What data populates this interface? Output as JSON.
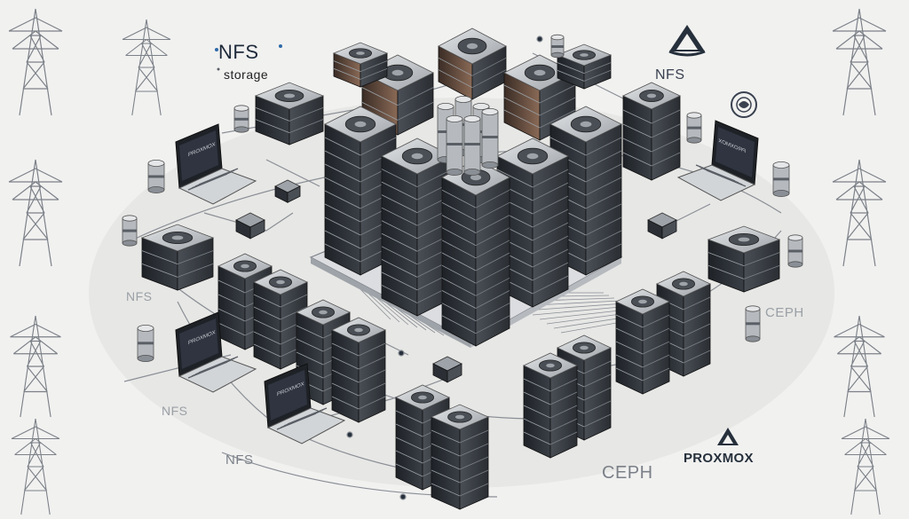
{
  "labels": {
    "nfs_title": "NFS",
    "nfs_sub": "storage",
    "nfs_right": "NFS",
    "nfs_left": "NFS",
    "nfs_mid": "NFS",
    "nfs_bottom": "NFS",
    "ceph_right": "CEPH",
    "ceph_bottom": "CEPH",
    "proxmox": "PROXMOX",
    "screen_text": "PROXMOX"
  },
  "colors": {
    "background": "#f1f1f0",
    "server_dark": "#2b2f35",
    "server_mid": "#5a5f66",
    "server_light": "#c9ccd0",
    "accent_brown": "#7a5a48",
    "line": "#8a8f96"
  },
  "icons": [
    "power-pylon-icon",
    "proxmox-logo-icon",
    "nfs-logo-icon",
    "ceph-logo-icon"
  ]
}
